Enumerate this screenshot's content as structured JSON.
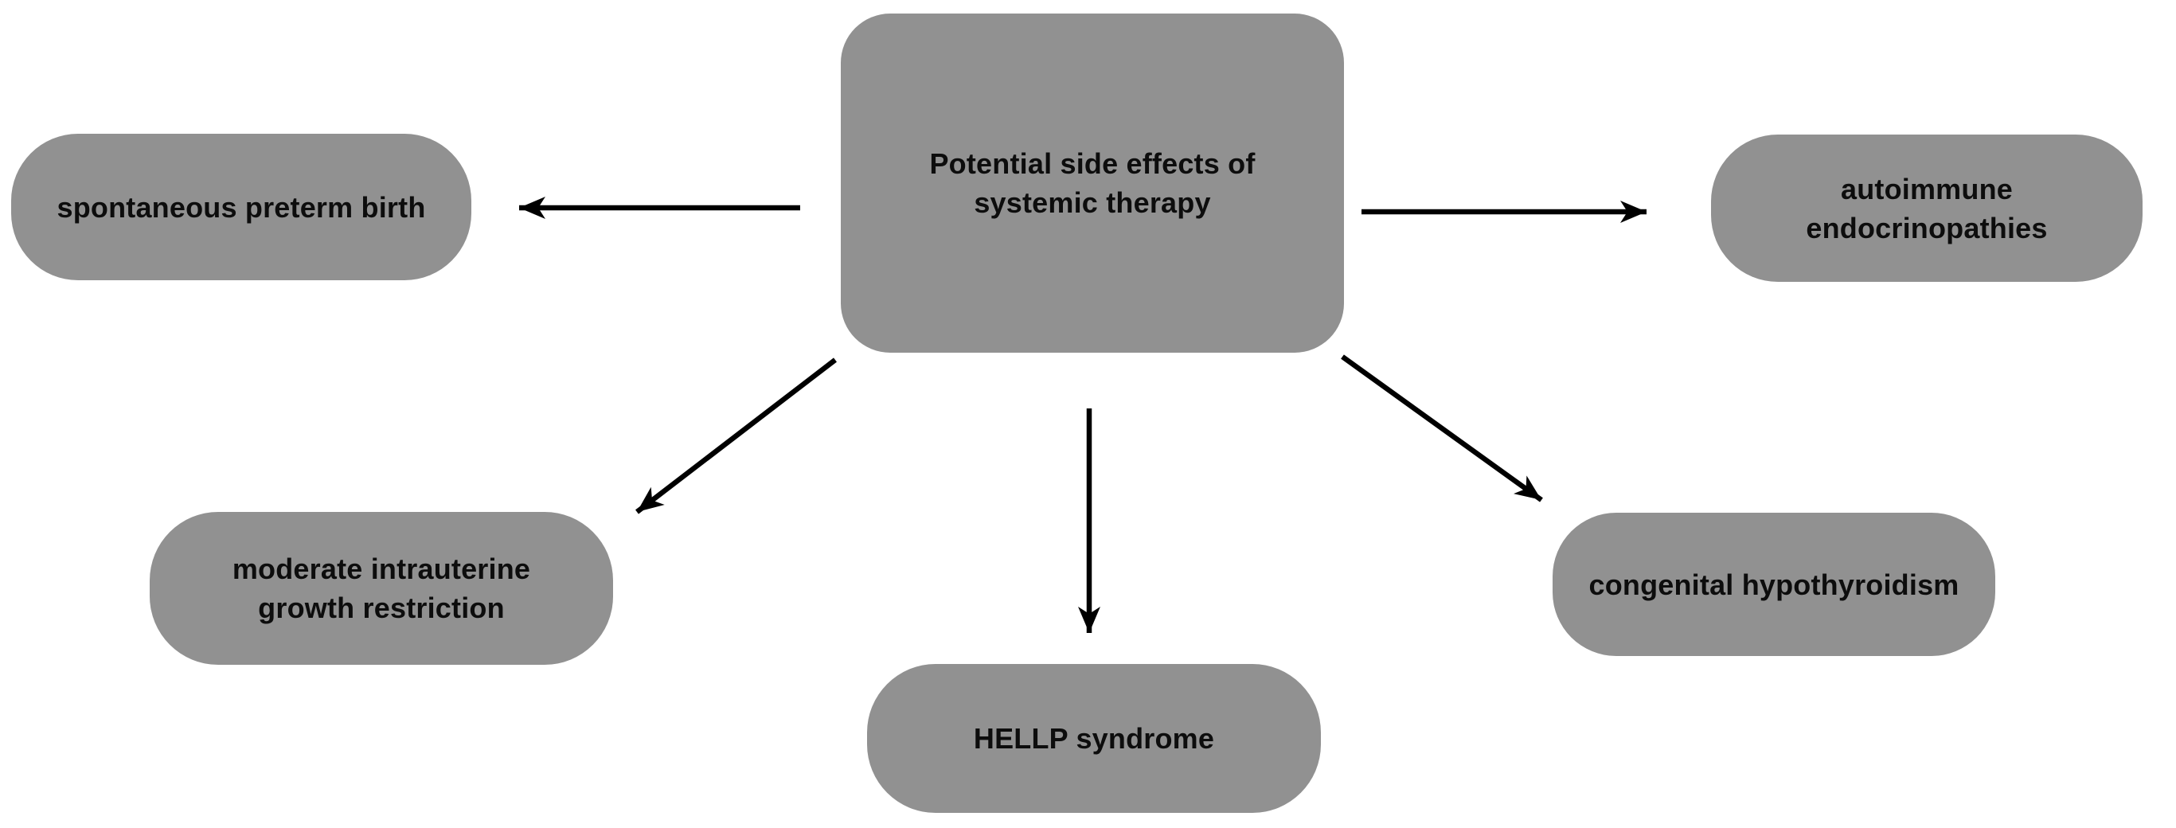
{
  "diagram": {
    "center_node": {
      "label": "Potential side effects of\nsystemic therapy"
    },
    "nodes": [
      {
        "id": "spontaneous-preterm-birth",
        "label": "spontaneous preterm birth"
      },
      {
        "id": "autoimmune-endocrinopathies",
        "label": "autoimmune\nendocrinopathies"
      },
      {
        "id": "moderate-intrauterine-growth-restriction",
        "label": "moderate intrauterine\ngrowth restriction"
      },
      {
        "id": "hellp-syndrome",
        "label": "HELLP syndrome"
      },
      {
        "id": "congenital-hypothyroidism",
        "label": "congenital hypothyroidism"
      }
    ],
    "colors": {
      "node_fill": "#919191",
      "node_text": "#0d0d0d",
      "arrow": "#000000",
      "background": "#ffffff"
    }
  }
}
